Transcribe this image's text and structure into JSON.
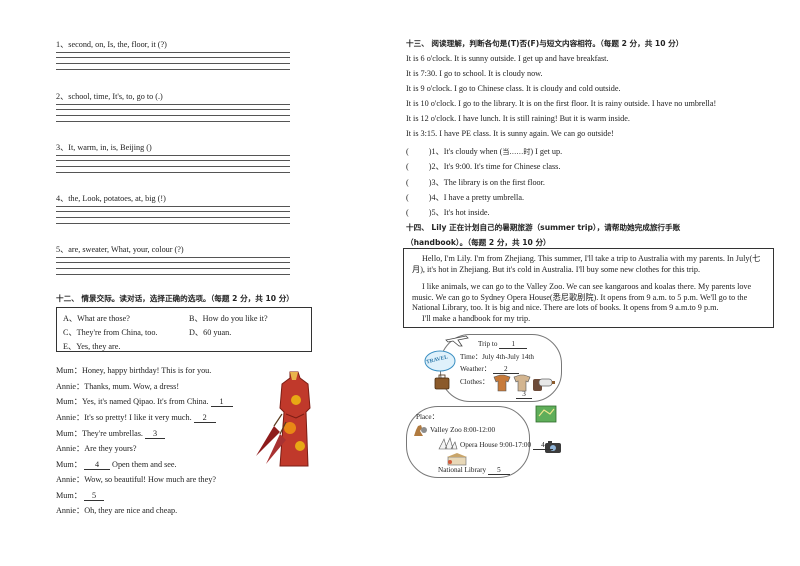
{
  "left": {
    "questions": [
      {
        "id": "q1",
        "text": "1、second, on, Is, the, floor, it (?)"
      },
      {
        "id": "q2",
        "text": "2、school, time, It's, to, go to (.)"
      },
      {
        "id": "q3",
        "text": "3、It, warm, in, is, Beijing ()"
      },
      {
        "id": "q4",
        "text": "4、the, Look, potatoes, at, big (!)"
      },
      {
        "id": "q5",
        "text": "5、are, sweater, What, your, colour (?)"
      }
    ],
    "section12": {
      "title": "十二、  情景交际。读对话，选择正确的选项。（每题 2 分，共 10 分）",
      "options": [
        "A、What are those?",
        "B、How do you like it?",
        "C、They're from China, too.",
        "D、60 yuan.",
        "E、Yes, they are."
      ],
      "dialogue": [
        {
          "speaker": "Mum：",
          "pre": "Honey, happy birthday! This is for you.",
          "blank": "",
          "post": ""
        },
        {
          "speaker": "Annie：",
          "pre": "Thanks, mum. Wow, a dress!",
          "blank": "",
          "post": ""
        },
        {
          "speaker": "Mum：",
          "pre": "Yes, it's named Qipao. It's from China.",
          "blank": "1",
          "post": ""
        },
        {
          "speaker": "Annie：",
          "pre": "It's so pretty! I like it very much.",
          "blank": "2",
          "post": ""
        },
        {
          "speaker": "Mum：",
          "pre": "They're umbrellas.",
          "blank": "3",
          "post": ""
        },
        {
          "speaker": "Annie：",
          "pre": "Are they yours?",
          "blank": "",
          "post": ""
        },
        {
          "speaker": "Mum：",
          "pre": "",
          "blank": "4",
          "post": "Open them and see."
        },
        {
          "speaker": "Annie：",
          "pre": "Wow, so beautiful! How much are they?",
          "blank": "",
          "post": ""
        },
        {
          "speaker": "Mum：",
          "pre": "",
          "blank": "5",
          "post": ""
        },
        {
          "speaker": "Annie：",
          "pre": "Oh, they are nice and cheap.",
          "blank": "",
          "post": ""
        }
      ]
    }
  },
  "right": {
    "section13": {
      "title": "十三、  阅读理解，判断各句是(T)否(F)与短文内容相符。（每题 2 分，共 10 分）",
      "passage": [
        "It is 6 o'clock. It is sunny outside. I get up and have breakfast.",
        "It is 7:30. I go to school. It is cloudy now.",
        "It is 9 o'clock. I go to Chinese class. It is cloudy and cold outside.",
        "It is 10 o'clock. I go to the library. It is on the first floor. It is rainy outside. I have no umbrella!",
        "It is 12 o'clock. I have lunch. It is still raining! But it is warm inside.",
        "It is 3:15. I have PE class. It is sunny again. We can go outside!"
      ],
      "judgments": [
        {
          "paren": "(",
          "close": ")",
          "num": "1、",
          "pre": "It's cloudy when (",
          "cn": "当……时",
          "post": ") I get up."
        },
        {
          "paren": "(",
          "close": ")",
          "num": "2、",
          "pre": "It's 9:00. It's time for Chinese class.",
          "cn": "",
          "post": ""
        },
        {
          "paren": "(",
          "close": ")",
          "num": "3、",
          "pre": "The library is on the first floor.",
          "cn": "",
          "post": ""
        },
        {
          "paren": "(",
          "close": ")",
          "num": "4、",
          "pre": "I have a pretty umbrella.",
          "cn": "",
          "post": ""
        },
        {
          "paren": "(",
          "close": ")",
          "num": "5、",
          "pre": "It's hot inside.",
          "cn": "",
          "post": ""
        }
      ]
    },
    "section14": {
      "title_line1": "十四、  Lily 正在计划自己的暑期旅游（summer trip），请帮助她完成旅行手账",
      "title_line2": "（handbook）。（每题 2 分，共 10 分）",
      "story": [
        "Hello, I'm Lily. I'm from Zhejiang. This summer, I'll take a trip to Australia with my parents. In July(七月), it's hot in Zhejiang. But it's cold in Australia. I'll buy some new clothes for this trip.",
        "I like animals, we can go to the Valley Zoo. We can see kangaroos and koalas there. My parents love music. We can go to Sydney Opera House(悉尼歌剧院). It opens from 9 a.m. to 5 p.m. We'll go to the National Library, too. It is big and nice. There are lots of books. It opens from 9 a.m.to 9 p.m.",
        "I'll make a handbook for my trip."
      ],
      "handbook": {
        "stamp": "TRAVEL",
        "trip_label": "Trip to",
        "trip_blank": "1",
        "time": "Time：July 4th-July 14th",
        "weather_label": "Weather：",
        "weather_blank": "2",
        "clothes_label": "Clothes：",
        "clothes_blank": "3",
        "place_label": "Place：",
        "zoo": "Valley Zoo  8:00-12:00",
        "opera": "Opera House  9:00-17:00",
        "opera_blank": "4",
        "library": "National Library",
        "library_blank": "5"
      }
    }
  },
  "colors": {
    "text": "#222222",
    "line": "#555555",
    "qipao": "#c0392b",
    "umbrella": "#8e1b1b"
  }
}
